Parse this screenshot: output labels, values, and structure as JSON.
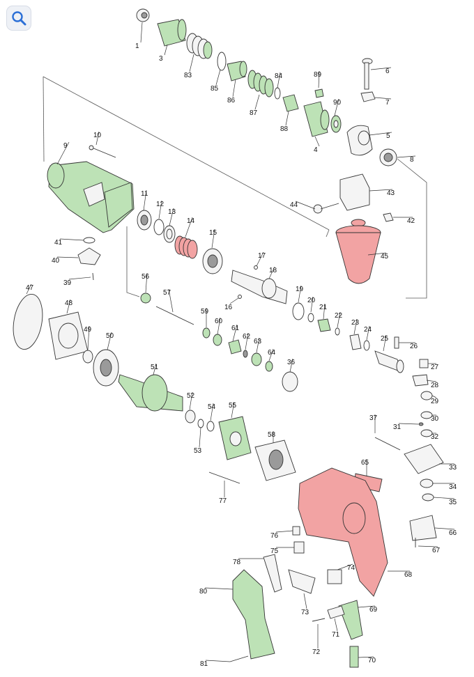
{
  "toolbar": {
    "zoom_icon": "magnifier-icon"
  },
  "colors": {
    "highlight_green": "#bde2b6",
    "highlight_red": "#f2a3a3",
    "line": "#333333"
  },
  "labels": [
    {
      "id": "p1",
      "text": "1"
    },
    {
      "id": "p3",
      "text": "3"
    },
    {
      "id": "p83",
      "text": "83"
    },
    {
      "id": "p85",
      "text": "85"
    },
    {
      "id": "p86",
      "text": "86"
    },
    {
      "id": "p87",
      "text": "87"
    },
    {
      "id": "p84",
      "text": "84"
    },
    {
      "id": "p88",
      "text": "88"
    },
    {
      "id": "p89",
      "text": "89"
    },
    {
      "id": "p90",
      "text": "90"
    },
    {
      "id": "p4",
      "text": "4"
    },
    {
      "id": "p6",
      "text": "6"
    },
    {
      "id": "p7",
      "text": "7"
    },
    {
      "id": "p5",
      "text": "5"
    },
    {
      "id": "p8",
      "text": "8"
    },
    {
      "id": "p9",
      "text": "9"
    },
    {
      "id": "p10",
      "text": "10"
    },
    {
      "id": "p11",
      "text": "11"
    },
    {
      "id": "p12",
      "text": "12"
    },
    {
      "id": "p13",
      "text": "13"
    },
    {
      "id": "p14",
      "text": "14"
    },
    {
      "id": "p15",
      "text": "15"
    },
    {
      "id": "p17",
      "text": "17"
    },
    {
      "id": "p18",
      "text": "18"
    },
    {
      "id": "p16",
      "text": "16"
    },
    {
      "id": "p43",
      "text": "43"
    },
    {
      "id": "p44",
      "text": "44"
    },
    {
      "id": "p42",
      "text": "42"
    },
    {
      "id": "p45",
      "text": "45"
    },
    {
      "id": "p41",
      "text": "41"
    },
    {
      "id": "p40",
      "text": "40"
    },
    {
      "id": "p39",
      "text": "39"
    },
    {
      "id": "p47",
      "text": "47"
    },
    {
      "id": "p48",
      "text": "48"
    },
    {
      "id": "p56",
      "text": "56"
    },
    {
      "id": "p57",
      "text": "57"
    },
    {
      "id": "p19",
      "text": "19"
    },
    {
      "id": "p20",
      "text": "20"
    },
    {
      "id": "p21",
      "text": "21"
    },
    {
      "id": "p22",
      "text": "22"
    },
    {
      "id": "p23",
      "text": "23"
    },
    {
      "id": "p24",
      "text": "24"
    },
    {
      "id": "p25",
      "text": "25"
    },
    {
      "id": "p26",
      "text": "26"
    },
    {
      "id": "p59",
      "text": "59"
    },
    {
      "id": "p60",
      "text": "60"
    },
    {
      "id": "p61",
      "text": "61"
    },
    {
      "id": "p62",
      "text": "62"
    },
    {
      "id": "p63",
      "text": "63"
    },
    {
      "id": "p64",
      "text": "64"
    },
    {
      "id": "p36",
      "text": "36"
    },
    {
      "id": "p49",
      "text": "49"
    },
    {
      "id": "p50",
      "text": "50"
    },
    {
      "id": "p51",
      "text": "51"
    },
    {
      "id": "p27",
      "text": "27"
    },
    {
      "id": "p28",
      "text": "28"
    },
    {
      "id": "p29",
      "text": "29"
    },
    {
      "id": "p30",
      "text": "30"
    },
    {
      "id": "p31",
      "text": "31"
    },
    {
      "id": "p32",
      "text": "32"
    },
    {
      "id": "p37",
      "text": "37"
    },
    {
      "id": "p52",
      "text": "52"
    },
    {
      "id": "p53",
      "text": "53"
    },
    {
      "id": "p54",
      "text": "54"
    },
    {
      "id": "p55",
      "text": "55"
    },
    {
      "id": "p58",
      "text": "58"
    },
    {
      "id": "p65",
      "text": "65"
    },
    {
      "id": "p33",
      "text": "33"
    },
    {
      "id": "p34",
      "text": "34"
    },
    {
      "id": "p35",
      "text": "35"
    },
    {
      "id": "p77",
      "text": "77"
    },
    {
      "id": "p76",
      "text": "76"
    },
    {
      "id": "p75",
      "text": "75"
    },
    {
      "id": "p66",
      "text": "66"
    },
    {
      "id": "p67",
      "text": "67"
    },
    {
      "id": "p78",
      "text": "78"
    },
    {
      "id": "p74",
      "text": "74"
    },
    {
      "id": "p68",
      "text": "68"
    },
    {
      "id": "p80",
      "text": "80"
    },
    {
      "id": "p73",
      "text": "73"
    },
    {
      "id": "p69",
      "text": "69"
    },
    {
      "id": "p72",
      "text": "72"
    },
    {
      "id": "p71",
      "text": "71"
    },
    {
      "id": "p81",
      "text": "81"
    },
    {
      "id": "p70",
      "text": "70"
    }
  ]
}
